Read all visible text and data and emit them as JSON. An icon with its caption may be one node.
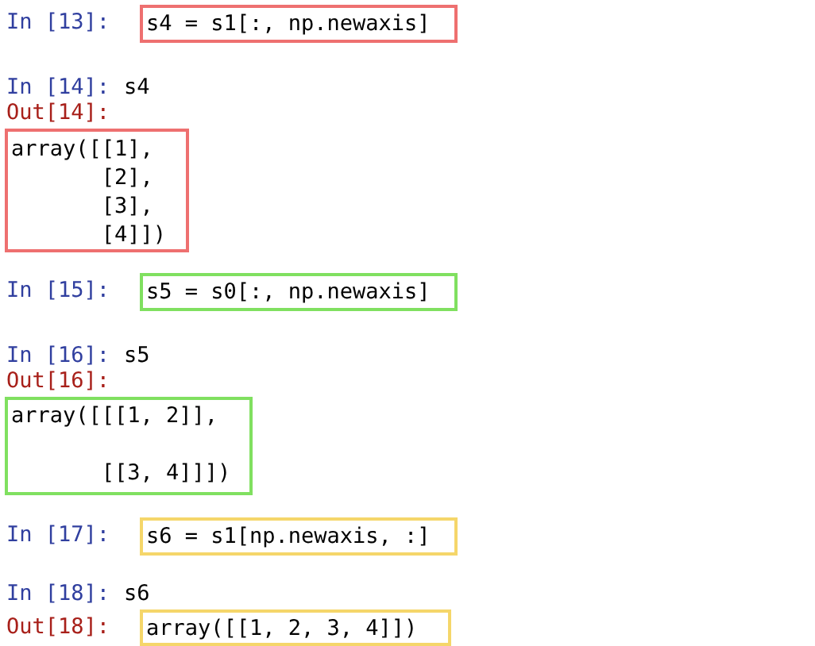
{
  "diagram": {
    "nodes": [
      {
        "text": [
          "s4 = s1[:, np.newaxis]"
        ]
      },
      {
        "text": [
          "array([[1], [2], [3], [4]])"
        ]
      },
      {
        "text": [
          "s5 = s0[:, np.newaxis]"
        ]
      },
      {
        "text": [
          "array([[[1, 2]], [[3, 4]]])"
        ]
      },
      {
        "text": [
          "s6 = s1[np.newaxis, :]"
        ]
      },
      {
        "text": [
          "array([[1, 2, 3, 4]])"
        ]
      }
    ],
    "labels": [
      "In [13]:",
      "In [14]:",
      "s4",
      "Out[14]:",
      "In [15]:",
      "In [16]:",
      "s5",
      "Out[16]:",
      "In [17]:",
      "In [18]:",
      "s6",
      "Out[18]:"
    ]
  }
}
